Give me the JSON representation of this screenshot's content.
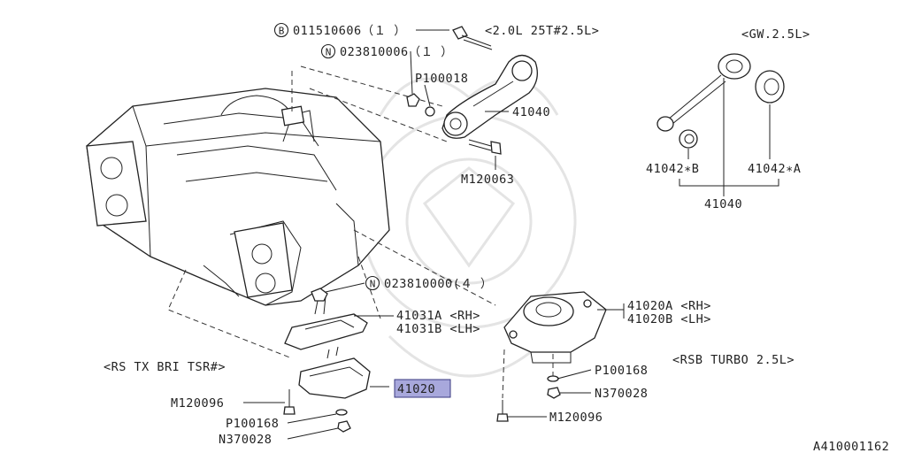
{
  "labels": {
    "b_bolt": "011510606（１ ）",
    "n_nut": "023810006（１ ）",
    "p_washer_top": "P100018",
    "variant_top": "<2.0L 25T#2.5L>",
    "stay_41040": "41040",
    "bolt_m120063": "M120063",
    "variant_gw": "<GW.2.5L>",
    "bushing_b": "41042∗B",
    "bushing_a": "41042∗A",
    "rod_assy": "41040",
    "nut_4": "023810000(４ ）",
    "bracket_rh": "41031A <RH>",
    "bracket_lh": "41031B <LH>",
    "mount_rh": "41020A <RH>",
    "mount_lh": "41020B <LH>",
    "variant_left": "<RS TX BRI TSR#>",
    "variant_right": "<RSB TURBO 2.5L>",
    "mount_41020": "41020",
    "bolt_left": "M120096",
    "washer_left": "P100168",
    "nut_left": "N370028",
    "washer_right": "P100168",
    "nut_right": "N370028",
    "bolt_right": "M120096",
    "figure_code": "A410001162"
  },
  "callouts": {
    "b_marker": "B",
    "n_marker_top": "N",
    "n_marker_mid": "N"
  },
  "colors": {
    "highlight": "#a8a8dc",
    "line": "#222222",
    "watermark": "#e4e4e4"
  }
}
